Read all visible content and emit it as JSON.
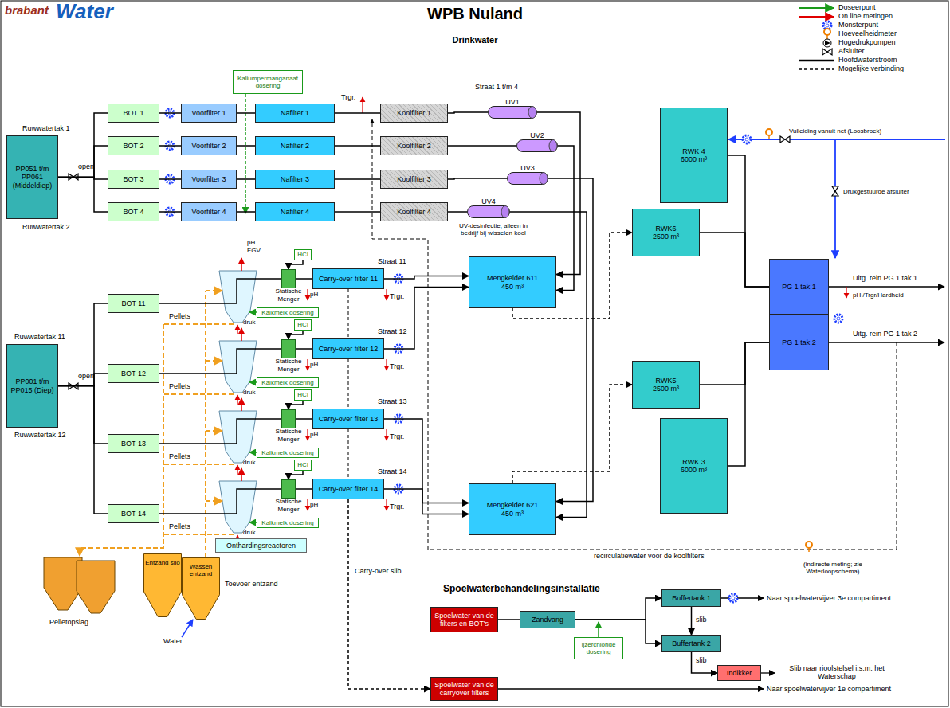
{
  "diagram": {
    "title": "WPB Nuland",
    "nodes": [
      {
        "text": [
          "PP051 t/m PP061 (Middeldiep)"
        ]
      },
      {
        "text": [
          "BOT 1"
        ]
      },
      {
        "text": [
          "BOT 2"
        ]
      },
      {
        "text": [
          "BOT 3"
        ]
      },
      {
        "text": [
          "BOT 4"
        ]
      },
      {
        "text": [
          "Voorfilter 1"
        ]
      },
      {
        "text": [
          "Voorfilter 2"
        ]
      },
      {
        "text": [
          "Voorfilter 3"
        ]
      },
      {
        "text": [
          "Voorfilter 4"
        ]
      },
      {
        "text": [
          "Kaliumpermanganaat dosering"
        ]
      },
      {
        "text": [
          "Nafilter 1"
        ]
      },
      {
        "text": [
          "Nafilter 2"
        ]
      },
      {
        "text": [
          "Nafilter 3"
        ]
      },
      {
        "text": [
          "Nafilter 4"
        ]
      },
      {
        "text": [
          "Koolfilter 1"
        ]
      },
      {
        "text": [
          "Koolfilter 2"
        ]
      },
      {
        "text": [
          "Koolfilter 3"
        ]
      },
      {
        "text": [
          "Koolfilter 4"
        ]
      },
      {
        "text": [
          "UV1"
        ]
      },
      {
        "text": [
          "UV2"
        ]
      },
      {
        "text": [
          "UV3"
        ]
      },
      {
        "text": [
          "UV4"
        ]
      },
      {
        "text": [
          "RWK 4",
          "6000 m³"
        ]
      },
      {
        "text": [
          "RWK6",
          "2500 m³"
        ]
      },
      {
        "text": [
          "Mengkelder 611",
          "450 m³"
        ]
      },
      {
        "text": [
          "PG 1 tak 1"
        ]
      },
      {
        "text": [
          "PG 1 tak 2"
        ]
      },
      {
        "text": [
          "PP001 t/m PP015 (Diep)"
        ]
      },
      {
        "text": [
          "BOT 11"
        ]
      },
      {
        "text": [
          "BOT 12"
        ]
      },
      {
        "text": [
          "BOT 13"
        ]
      },
      {
        "text": [
          "BOT 14"
        ]
      },
      {
        "text": [
          "HCl"
        ]
      },
      {
        "text": [
          "HCl"
        ]
      },
      {
        "text": [
          "HCl"
        ]
      },
      {
        "text": [
          "HCl"
        ]
      },
      {
        "text": [
          "Statische Menger"
        ]
      },
      {
        "text": [
          "Statische Menger"
        ]
      },
      {
        "text": [
          "Statische Menger"
        ]
      },
      {
        "text": [
          "Statische Menger"
        ]
      },
      {
        "text": [
          "Carry-over filter 11"
        ]
      },
      {
        "text": [
          "Carry-over filter 12"
        ]
      },
      {
        "text": [
          "Carry-over filter 13"
        ]
      },
      {
        "text": [
          "Carry-over filter 14"
        ]
      },
      {
        "text": [
          "Kalkmelk dosering"
        ]
      },
      {
        "text": [
          "Kalkmelk dosering"
        ]
      },
      {
        "text": [
          "Kalkmelk dosering"
        ]
      },
      {
        "text": [
          "Kalkmelk dosering"
        ]
      },
      {
        "text": [
          "RWK5",
          "2500 m³"
        ]
      },
      {
        "text": [
          "RWK 3",
          "6000 m³"
        ]
      },
      {
        "text": [
          "Mengkelder 621",
          "450 m³"
        ]
      },
      {
        "text": [
          "Onthardingsreactoren"
        ]
      },
      {
        "text": [
          "Entzand silo"
        ]
      },
      {
        "text": [
          "Wassen entzand"
        ]
      },
      {
        "text": [
          "Spoelwater van de filters en BOT's"
        ]
      },
      {
        "text": [
          "Zandvang"
        ]
      },
      {
        "text": [
          "ijzerchloride dosering"
        ]
      },
      {
        "text": [
          "Buffertank 1"
        ]
      },
      {
        "text": [
          "Buffertank 2"
        ]
      },
      {
        "text": [
          "Indikker"
        ]
      },
      {
        "text": [
          "Spoelwater van de carryover filters"
        ]
      }
    ],
    "edges": [
      {
        "from": 0,
        "to": 1,
        "arrow": "none"
      },
      {
        "from": 0,
        "to": 2,
        "arrow": "none"
      },
      {
        "from": 0,
        "to": 3,
        "arrow": "none"
      },
      {
        "from": 0,
        "to": 4,
        "arrow": "none"
      },
      {
        "from": 1,
        "to": 5,
        "arrow": "none"
      },
      {
        "from": 2,
        "to": 6,
        "arrow": "none"
      },
      {
        "from": 3,
        "to": 7,
        "arrow": "none"
      },
      {
        "from": 4,
        "to": 8,
        "arrow": "none"
      },
      {
        "from": 5,
        "to": 10,
        "arrow": "none"
      },
      {
        "from": 6,
        "to": 11,
        "arrow": "none"
      },
      {
        "from": 7,
        "to": 12,
        "arrow": "none"
      },
      {
        "from": 8,
        "to": 13,
        "arrow": "none"
      },
      {
        "from": 10,
        "to": 14,
        "arrow": "none"
      },
      {
        "from": 11,
        "to": 15,
        "arrow": "none"
      },
      {
        "from": 12,
        "to": 16,
        "arrow": "none"
      },
      {
        "from": 13,
        "to": 17,
        "arrow": "none"
      },
      {
        "from": 14,
        "to": 18,
        "arrow": "none"
      },
      {
        "from": 15,
        "to": 19,
        "arrow": "none"
      },
      {
        "from": 16,
        "to": 20,
        "arrow": "none"
      },
      {
        "from": 17,
        "to": 21,
        "arrow": "none"
      },
      {
        "from": 18,
        "to": 24,
        "arrow": "to"
      },
      {
        "from": 19,
        "to": 24,
        "arrow": "to"
      },
      {
        "from": 20,
        "to": 50,
        "arrow": "to"
      },
      {
        "from": 21,
        "to": 50,
        "arrow": "to"
      },
      {
        "from": 27,
        "to": 28,
        "arrow": "none"
      },
      {
        "from": 27,
        "to": 29,
        "arrow": "none"
      },
      {
        "from": 27,
        "to": 30,
        "arrow": "none"
      },
      {
        "from": 27,
        "to": 31,
        "arrow": "none"
      },
      {
        "from": 28,
        "to": 36,
        "arrow": "none"
      },
      {
        "from": 29,
        "to": 37,
        "arrow": "none"
      },
      {
        "from": 30,
        "to": 38,
        "arrow": "none"
      },
      {
        "from": 31,
        "to": 39,
        "arrow": "none"
      },
      {
        "from": 32,
        "to": 36,
        "arrow": "to"
      },
      {
        "from": 33,
        "to": 37,
        "arrow": "to"
      },
      {
        "from": 34,
        "to": 38,
        "arrow": "to"
      },
      {
        "from": 35,
        "to": 39,
        "arrow": "to"
      },
      {
        "from": 36,
        "to": 40,
        "arrow": "none"
      },
      {
        "from": 37,
        "to": 41,
        "arrow": "none"
      },
      {
        "from": 38,
        "to": 42,
        "arrow": "none"
      },
      {
        "from": 39,
        "to": 43,
        "arrow": "none"
      },
      {
        "from": 40,
        "to": 24,
        "arrow": "to"
      },
      {
        "from": 41,
        "to": 24,
        "arrow": "to"
      },
      {
        "from": 42,
        "to": 50,
        "arrow": "to"
      },
      {
        "from": 43,
        "to": 50,
        "arrow": "to"
      },
      {
        "from": 24,
        "to": 23,
        "arrow": "to"
      },
      {
        "from": 50,
        "to": 48,
        "arrow": "to"
      },
      {
        "from": 22,
        "to": 25,
        "arrow": "none"
      },
      {
        "from": 23,
        "to": 25,
        "arrow": "none"
      },
      {
        "from": 48,
        "to": 26,
        "arrow": "none"
      },
      {
        "from": 49,
        "to": 26,
        "arrow": "none"
      },
      {
        "from": 54,
        "to": 55,
        "arrow": "none"
      },
      {
        "from": 55,
        "to": 57,
        "arrow": "to"
      },
      {
        "from": 55,
        "to": 58,
        "arrow": "to"
      },
      {
        "from": 57,
        "to": 58,
        "label": "slib",
        "arrow": "to"
      },
      {
        "from": 58,
        "to": 59,
        "label": "slib",
        "arrow": "to"
      },
      {
        "from": 43,
        "to": 60,
        "arrow": "to"
      }
    ],
    "labels": [
      "brabant",
      "Water",
      "Drinkwater",
      "Ruwwatertak 1",
      "open",
      "Ruwwatertak 2",
      "Trgr.",
      "Straat 1 t/m 4",
      "UV-desinfectie; alleen in bedrijf bij wisselen kool",
      "Vulleiding vanuit net (Loosbroek)",
      "Drukgestuurde afsluiter",
      "Uitg. rein PG 1 tak 1",
      "pH /Trgr/Hardheid",
      "Uitg. rein PG 1 tak 2",
      "pH",
      "EGV",
      "Ruwwatertak 11",
      "open",
      "Ruwwatertak 12",
      "Pellets",
      "druk",
      "pH",
      "Straat 11",
      "Trgr.",
      "Pellets",
      "druk",
      "pH",
      "Straat 12",
      "Trgr.",
      "Pellets",
      "druk",
      "pH",
      "Straat 13",
      "Trgr.",
      "Pellets",
      "druk",
      "pH",
      "Straat 14",
      "Trgr.",
      "Carry-over slib",
      "recirculatiewater voor de koolfilters",
      "(indirecte meting; zie Waterloopschema)",
      "Toevoer entzand",
      "Water",
      "Pelletopslag",
      "Spoelwaterbehandelingsinstallatie",
      "Naar spoelwatervijver 3e compartiment",
      "Slib naar rioolstelsel i.s.m. het Waterschap",
      "Naar spoelwatervijver 1e compartiment"
    ],
    "legend": [
      {
        "text": "Doseerpunt"
      },
      {
        "text": "On line metingen"
      },
      {
        "text": "Monsterpunt"
      },
      {
        "text": "Hoeveelheidmeter"
      },
      {
        "text": "Hogedrukpompen"
      },
      {
        "text": "Afsluiter"
      },
      {
        "text": "Hoofdwaterstroom"
      },
      {
        "text": "Mogelijke verbinding"
      }
    ]
  }
}
